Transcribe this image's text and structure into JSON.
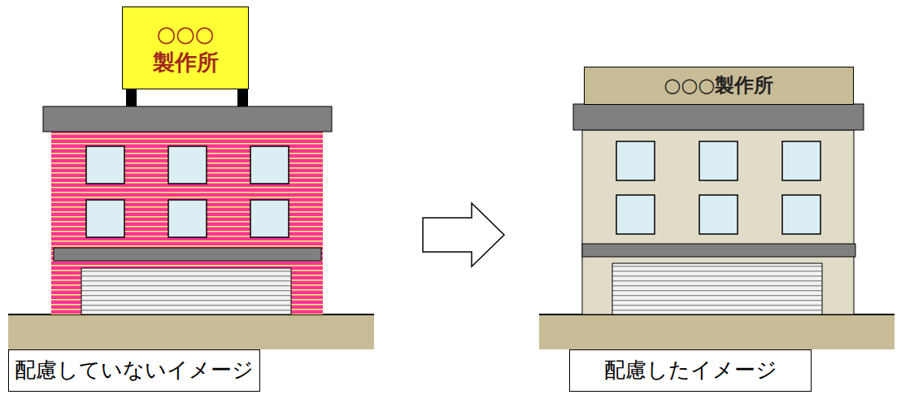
{
  "diagram": {
    "nodes": [
      {
        "text": [
          "○○○ 製作所"
        ]
      },
      {
        "text": [
          "○○○製作所"
        ]
      },
      {
        "text": [
          "配慮していないイメージ"
        ]
      },
      {
        "text": [
          "配慮したイメージ"
        ]
      }
    ]
  }
}
